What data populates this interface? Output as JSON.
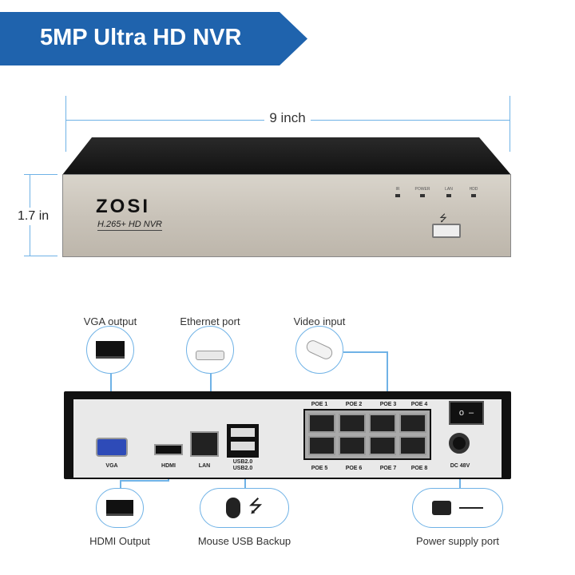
{
  "banner": {
    "title": "5MP Ultra HD NVR"
  },
  "dimensions": {
    "width": "9 inch",
    "height": "1.7 in"
  },
  "front": {
    "brand": "ZOSI",
    "model": "H.265+ HD NVR",
    "leds": [
      "IR",
      "POWER",
      "LAN",
      "HDD"
    ]
  },
  "back": {
    "ports": {
      "vga": "VGA",
      "hdmi": "HDMI",
      "lan": "LAN",
      "usb1": "USB2.0",
      "usb2": "USB2.0",
      "dc": "DC 48V"
    },
    "poe_top": [
      "POE 1",
      "POE 2",
      "POE 3",
      "POE 4"
    ],
    "poe_bottom": [
      "POE 5",
      "POE 6",
      "POE 7",
      "POE 8"
    ]
  },
  "callouts": {
    "vga": "VGA output",
    "ethernet": "Ethernet port",
    "video": "Video input",
    "hdmi": "HDMI Output",
    "usb": "Mouse USB Backup",
    "power": "Power supply port"
  },
  "colors": {
    "accent": "#1f63ad",
    "line": "#6fb2e6"
  }
}
